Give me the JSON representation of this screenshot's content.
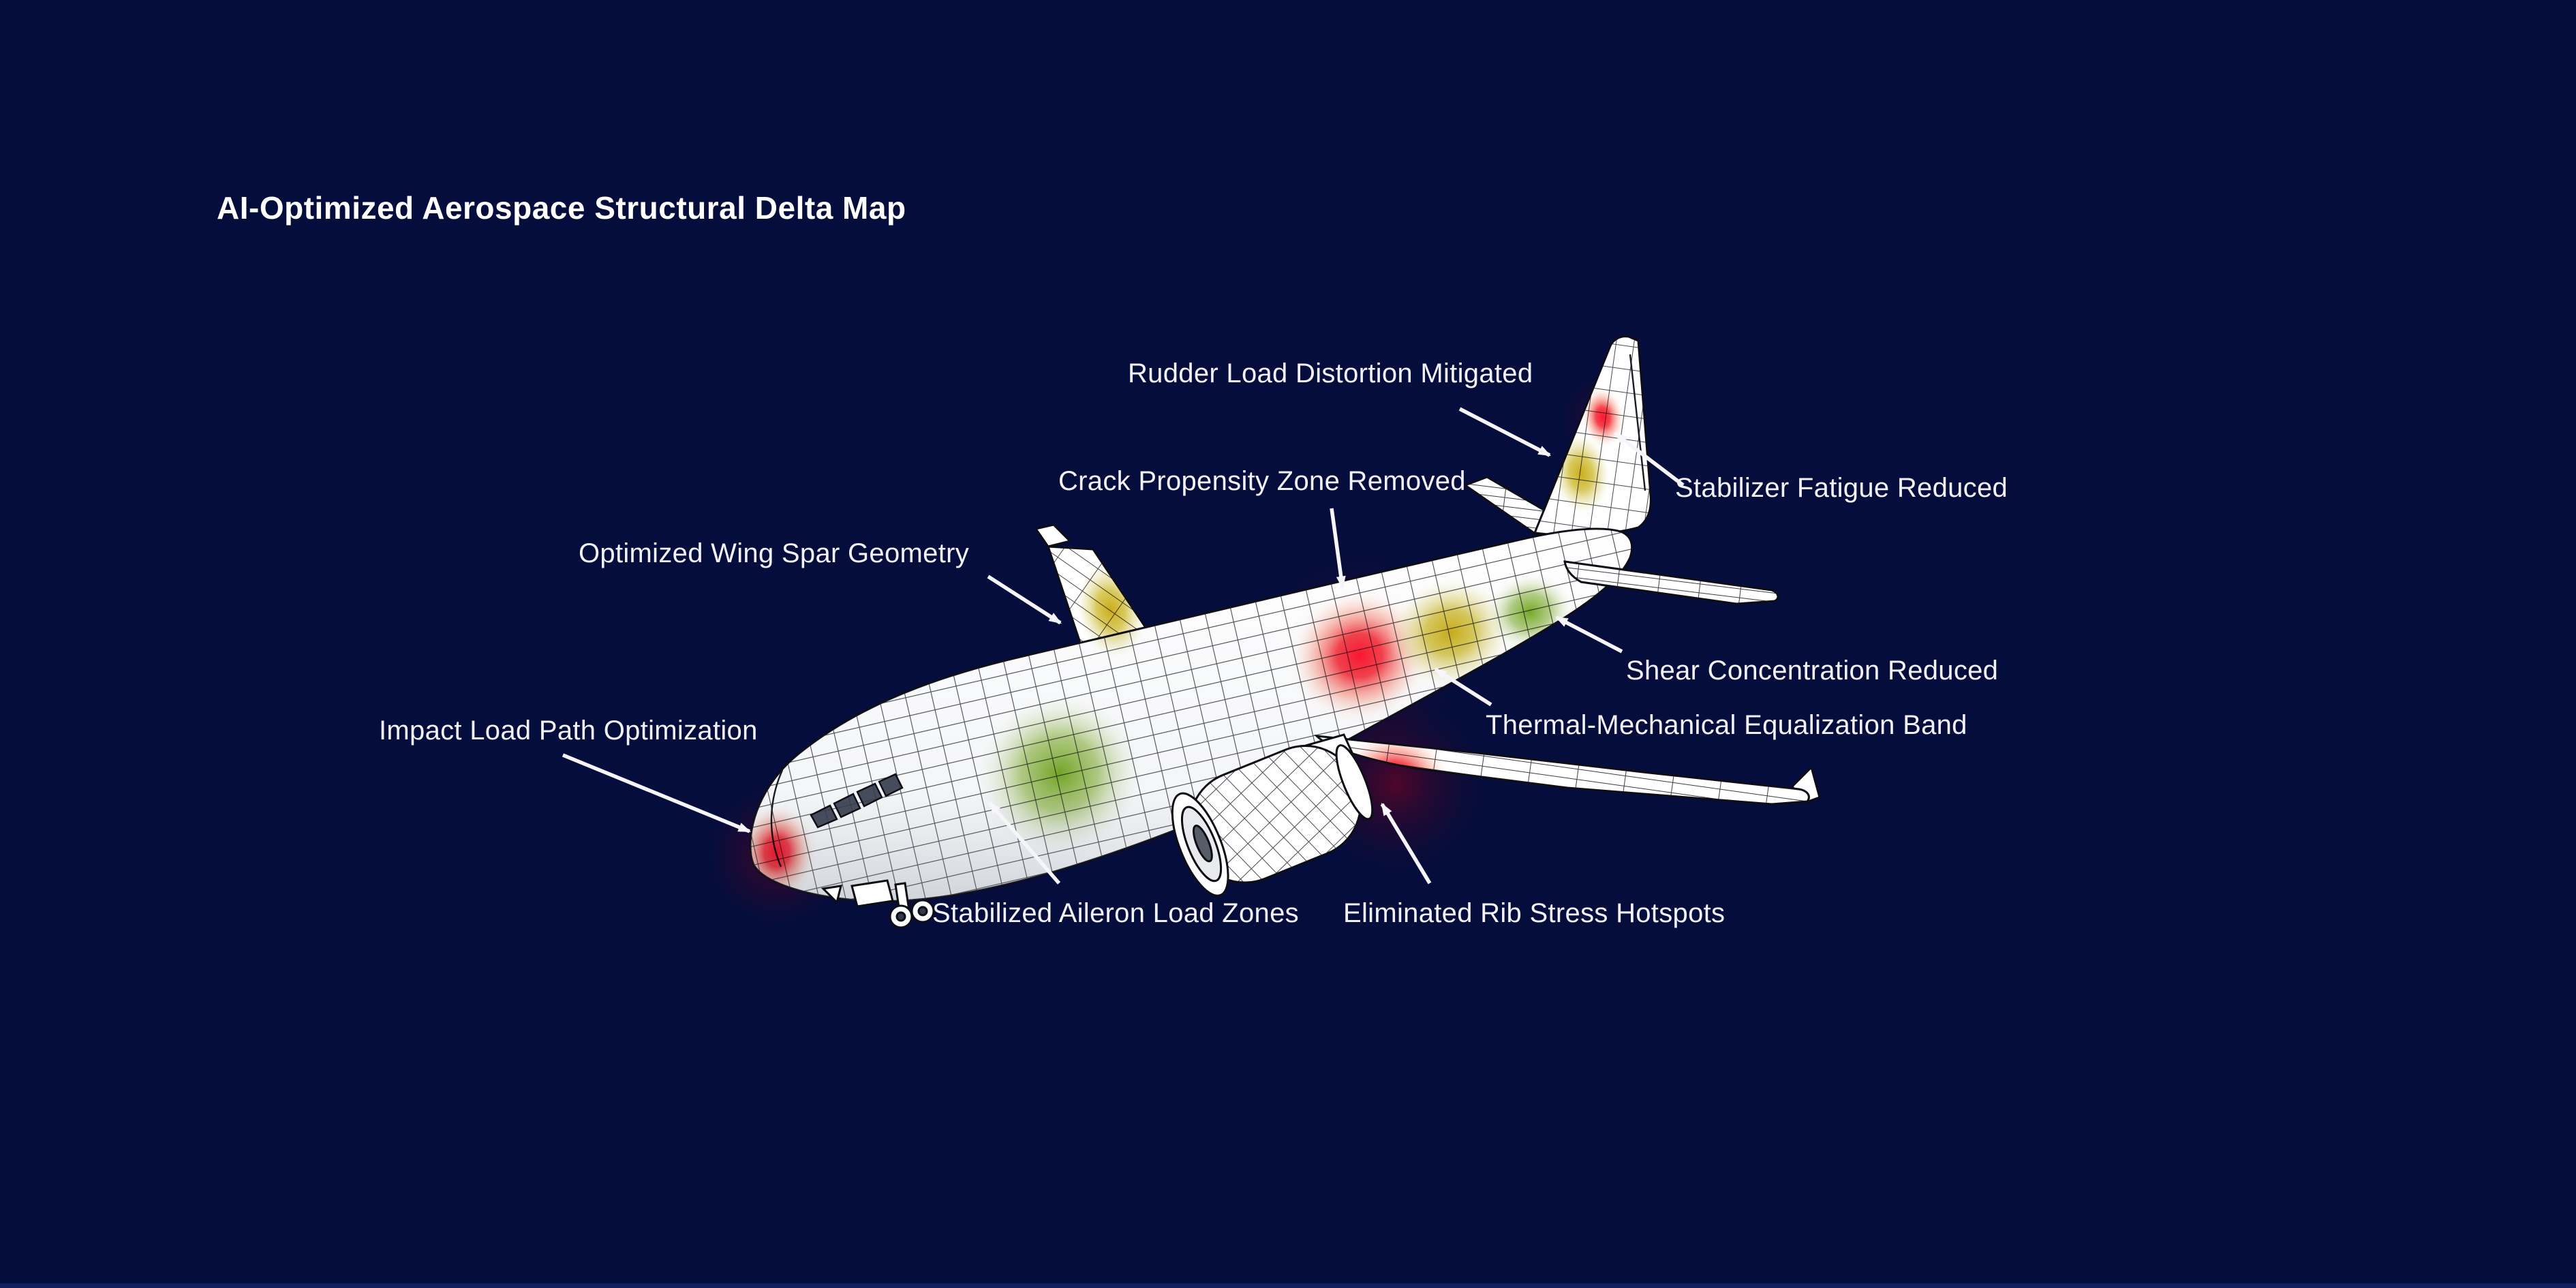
{
  "title": "AI-Optimized Aerospace Structural Delta Map",
  "colors": {
    "background": "#050d3c",
    "bottom_edge": "#12215e",
    "label_text": "#f2f1f6",
    "title_text": "#ffffff",
    "airframe_body": "#ffffff",
    "wireframe_lines": "#15151f",
    "arrow": "#f5f5fa",
    "heat_red": "#e1001e",
    "heat_yellow": "#c9a60e",
    "heat_green": "#69a10e"
  },
  "annotations": [
    {
      "id": "rudder-load",
      "label": "Rudder Load Distortion Mitigated"
    },
    {
      "id": "stabilizer-fatigue",
      "label": "Stabilizer Fatigue Reduced"
    },
    {
      "id": "crack-propensity",
      "label": "Crack Propensity Zone Removed"
    },
    {
      "id": "wing-spar",
      "label": "Optimized Wing Spar Geometry"
    },
    {
      "id": "shear-concentration",
      "label": "Shear Concentration Reduced"
    },
    {
      "id": "thermal-mechanical",
      "label": "Thermal-Mechanical Equalization Band"
    },
    {
      "id": "impact-load-path",
      "label": "Impact Load Path Optimization"
    },
    {
      "id": "aileron-load",
      "label": "Stabilized Aileron Load Zones"
    },
    {
      "id": "rib-stress",
      "label": "Eliminated Rib Stress Hotspots"
    }
  ],
  "hotspots": [
    {
      "zone": "nose",
      "color": "red"
    },
    {
      "zone": "forward-fuselage",
      "color": "green"
    },
    {
      "zone": "left-wing",
      "color": "yellow"
    },
    {
      "zone": "mid-fuselage",
      "color": "red"
    },
    {
      "zone": "aft-fuselage",
      "color": "yellow"
    },
    {
      "zone": "tail-fuselage",
      "color": "green"
    },
    {
      "zone": "fin-lower",
      "color": "yellow"
    },
    {
      "zone": "fin-upper",
      "color": "red"
    },
    {
      "zone": "right-wing-root",
      "color": "red"
    }
  ]
}
